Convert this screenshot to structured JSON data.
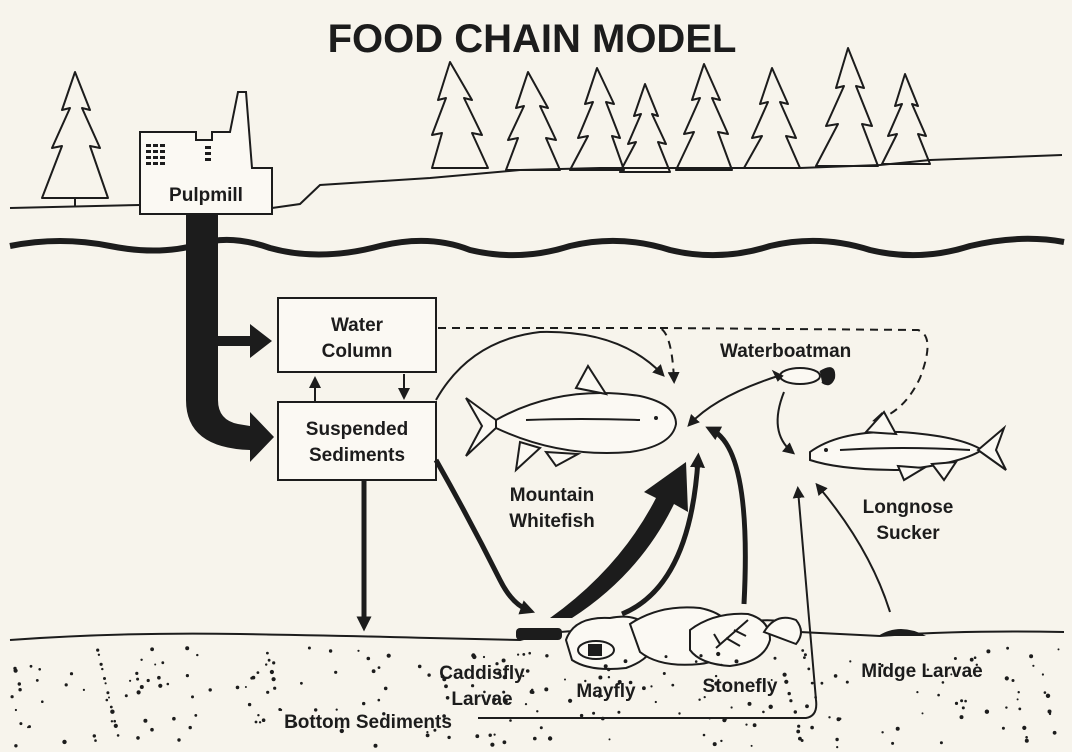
{
  "title": "FOOD CHAIN MODEL",
  "labels": {
    "pulpmill": "Pulpmill",
    "water_column_1": "Water",
    "water_column_2": "Column",
    "suspended_1": "Suspended",
    "suspended_2": "Sediments",
    "waterboatman": "Waterboatman",
    "whitefish_1": "Mountain",
    "whitefish_2": "Whitefish",
    "sucker_1": "Longnose",
    "sucker_2": "Sucker",
    "caddisfly_1": "Caddisfly",
    "caddisfly_2": "Larvae",
    "mayfly": "Mayfly",
    "stonefly": "Stonefly",
    "midge": "Midge Larvae",
    "bottom": "Bottom Sediments"
  },
  "colors": {
    "ink": "#1c1c1c",
    "paper": "#f7f4ec"
  }
}
